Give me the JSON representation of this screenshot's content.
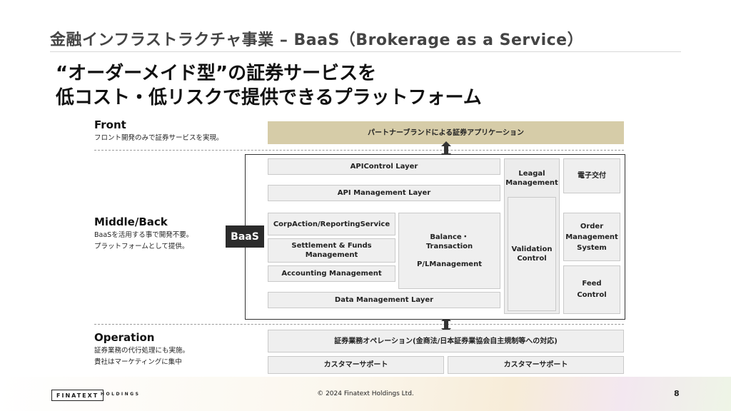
{
  "header": {
    "title": "金融インフラストラクチャ事業 – BaaS（Brokerage as a Service）",
    "headline_line1": "“オーダーメイド型”の証券サービスを",
    "headline_line2": "低コスト・低リスクで提供できるプラットフォーム"
  },
  "sections": {
    "front": {
      "title": "Front",
      "desc": "フロント開発のみで証券サービスを実現。"
    },
    "middle": {
      "title": "Middle/Back",
      "desc_line1": "BaaSを活用する事で開発不要。",
      "desc_line2": "プラットフォームとして提供。"
    },
    "operation": {
      "title": "Operation",
      "desc_line1": "証券業務の代行処理にも実施。",
      "desc_line2": "貴社はマーケティングに集中"
    }
  },
  "diagram": {
    "front_bar": "パートナーブランドによる証券アプリケーション",
    "baas_label": "BaaS",
    "api_control": "APIControl Layer",
    "api_management": "API Management Layer",
    "corp_action": "CorpAction/ReportingService",
    "settlement_line1": "Settlement & Funds",
    "settlement_line2": "Management",
    "accounting": "Accounting Management",
    "balance_line1": "Balance・",
    "balance_line2": "Transaction",
    "balance_line3": "P/LManagement",
    "data_management": "Data Management Layer",
    "legal_line1": "Leagal",
    "legal_line2": "Management",
    "validation_line1": "Validation",
    "validation_line2": "Control",
    "denshi": "電子交付",
    "order_line1": "Order",
    "order_line2": "Management",
    "order_line3": "System",
    "feed_line1": "Feed",
    "feed_line2": "Control",
    "operation_bar": "証券業務オペレーション(金商法/日本証券業協会自主規制等への対応)",
    "support_left": "カスタマーサポート",
    "support_right": "カスタマーサポート"
  },
  "footer": {
    "logo": "FINATEXT",
    "logo_sub": "HOLDINGS",
    "copyright": "© 2024 Finatext Holdings Ltd.",
    "page_number": "8"
  }
}
